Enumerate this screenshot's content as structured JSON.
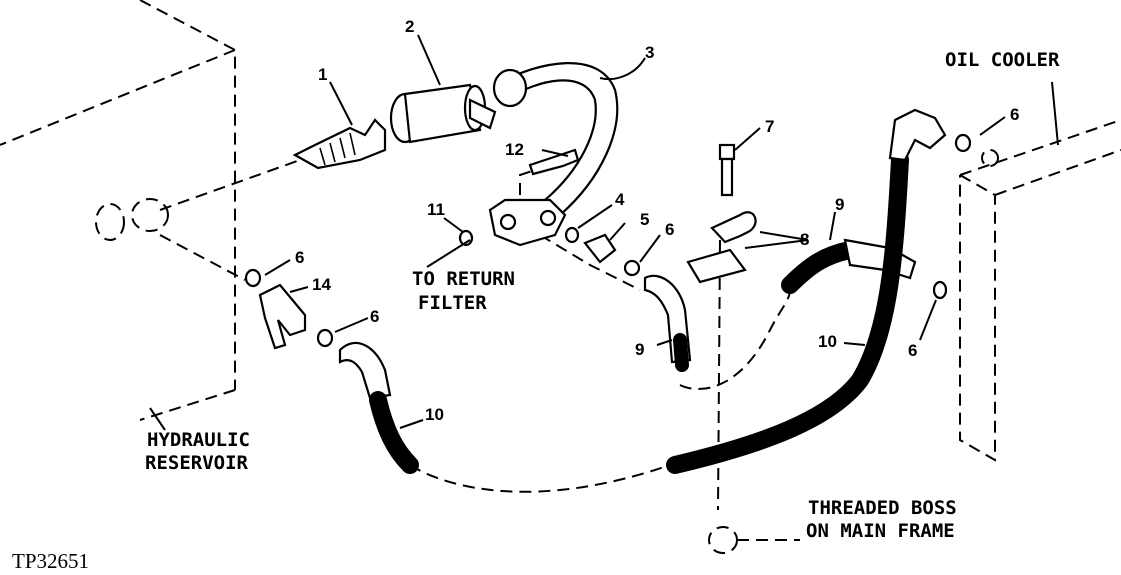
{
  "labels": {
    "oil_cooler": "OIL COOLER",
    "to_return_line1": "TO RETURN",
    "to_return_line2": "FILTER",
    "hydraulic_line1": "HYDRAULIC",
    "hydraulic_line2": "RESERVOIR",
    "threaded_line1": "THREADED BOSS",
    "threaded_line2": "ON MAIN FRAME",
    "figure_id": "TP32651"
  },
  "callouts": {
    "c1": "1",
    "c2": "2",
    "c3": "3",
    "c4": "4",
    "c5": "5",
    "c6a": "6",
    "c6b": "6",
    "c6c": "6",
    "c6d": "6",
    "c6e": "6",
    "c7": "7",
    "c8": "8",
    "c9a": "9",
    "c9b": "9",
    "c10a": "10",
    "c10b": "10",
    "c11": "11",
    "c12": "12",
    "c14": "14"
  }
}
